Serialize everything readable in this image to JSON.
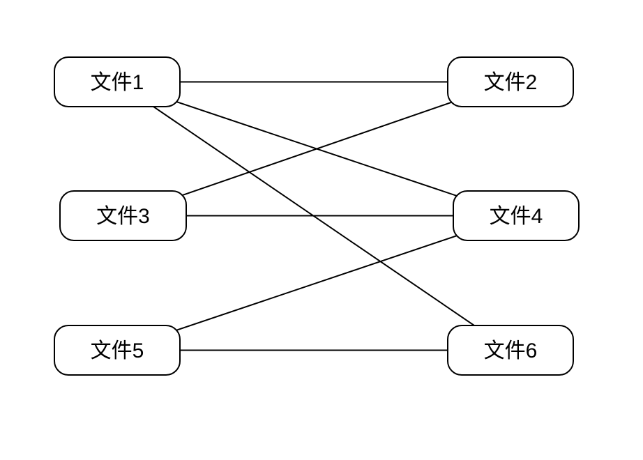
{
  "diagram": {
    "type": "graph",
    "background_color": "#ffffff",
    "node_fill_color": "#ffffff",
    "node_border_color": "#000000",
    "edge_color": "#000000",
    "text_color": "#000000",
    "nodes": [
      {
        "id": "file-1",
        "label": "文件1"
      },
      {
        "id": "file-2",
        "label": "文件2"
      },
      {
        "id": "file-3",
        "label": "文件3"
      },
      {
        "id": "file-4",
        "label": "文件4"
      },
      {
        "id": "file-5",
        "label": "文件5"
      },
      {
        "id": "file-6",
        "label": "文件6"
      }
    ],
    "edges": [
      {
        "from": "文件1",
        "to": "文件2"
      },
      {
        "from": "文件1",
        "to": "文件4"
      },
      {
        "from": "文件1",
        "to": "文件6"
      },
      {
        "from": "文件3",
        "to": "文件2"
      },
      {
        "from": "文件3",
        "to": "文件4"
      },
      {
        "from": "文件5",
        "to": "文件4"
      },
      {
        "from": "文件5",
        "to": "文件6"
      }
    ]
  }
}
